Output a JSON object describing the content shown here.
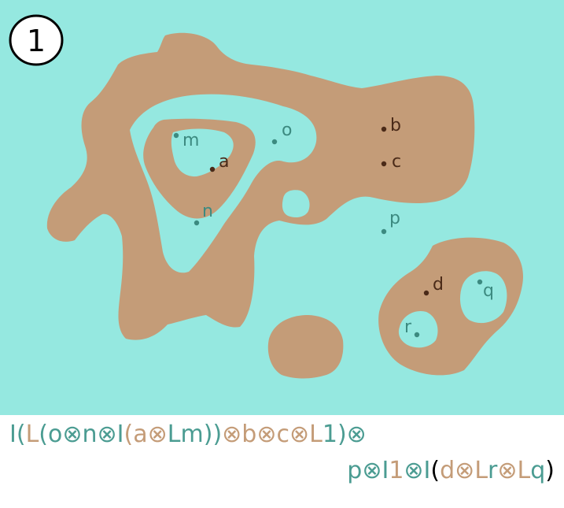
{
  "colors": {
    "water": "#95E8E0",
    "land": "#C49C78",
    "ink": "#000000",
    "land_point": "#4A2A18",
    "water_point": "#3C8A80",
    "formula_water": "#4B9C92",
    "formula_land": "#C49C78",
    "formula_black": "#000000"
  },
  "badge": {
    "label": "1"
  },
  "points": [
    {
      "id": "a",
      "label": "a",
      "kind": "land"
    },
    {
      "id": "b",
      "label": "b",
      "kind": "land"
    },
    {
      "id": "c",
      "label": "c",
      "kind": "land"
    },
    {
      "id": "d",
      "label": "d",
      "kind": "land"
    },
    {
      "id": "m",
      "label": "m",
      "kind": "water"
    },
    {
      "id": "n",
      "label": "n",
      "kind": "water"
    },
    {
      "id": "o",
      "label": "o",
      "kind": "water"
    },
    {
      "id": "p",
      "label": "p",
      "kind": "water"
    },
    {
      "id": "q",
      "label": "q",
      "kind": "water"
    },
    {
      "id": "r",
      "label": "r",
      "kind": "water"
    }
  ],
  "formula": {
    "line1": [
      {
        "t": "I",
        "c": "water"
      },
      {
        "t": "(",
        "c": "water"
      },
      {
        "t": "L",
        "c": "land"
      },
      {
        "t": "(",
        "c": "water"
      },
      {
        "t": "o",
        "c": "water"
      },
      {
        "t": "⊗",
        "c": "water"
      },
      {
        "t": "n",
        "c": "water"
      },
      {
        "t": "⊗",
        "c": "water"
      },
      {
        "t": "I",
        "c": "water"
      },
      {
        "t": "(",
        "c": "land"
      },
      {
        "t": "a",
        "c": "land"
      },
      {
        "t": "⊗",
        "c": "land"
      },
      {
        "t": "L",
        "c": "water"
      },
      {
        "t": "m",
        "c": "water"
      },
      {
        "t": "))",
        "c": "water"
      },
      {
        "t": "⊗",
        "c": "land"
      },
      {
        "t": "b",
        "c": "land"
      },
      {
        "t": "⊗",
        "c": "land"
      },
      {
        "t": "c",
        "c": "land"
      },
      {
        "t": "⊗",
        "c": "land"
      },
      {
        "t": "L",
        "c": "land"
      },
      {
        "t": "1",
        "c": "water"
      },
      {
        "t": ")",
        "c": "water"
      },
      {
        "t": "⊗",
        "c": "water"
      }
    ],
    "line2": [
      {
        "t": "p",
        "c": "water"
      },
      {
        "t": "⊗",
        "c": "water"
      },
      {
        "t": "I",
        "c": "water"
      },
      {
        "t": "1",
        "c": "land"
      },
      {
        "t": "⊗",
        "c": "water"
      },
      {
        "t": "I",
        "c": "water"
      },
      {
        "t": "(",
        "c": "black"
      },
      {
        "t": "d",
        "c": "land"
      },
      {
        "t": "⊗",
        "c": "land"
      },
      {
        "t": "L",
        "c": "land"
      },
      {
        "t": "r",
        "c": "water"
      },
      {
        "t": "⊗",
        "c": "land"
      },
      {
        "t": "L",
        "c": "land"
      },
      {
        "t": "q",
        "c": "water"
      },
      {
        "t": ")",
        "c": "black"
      }
    ]
  }
}
